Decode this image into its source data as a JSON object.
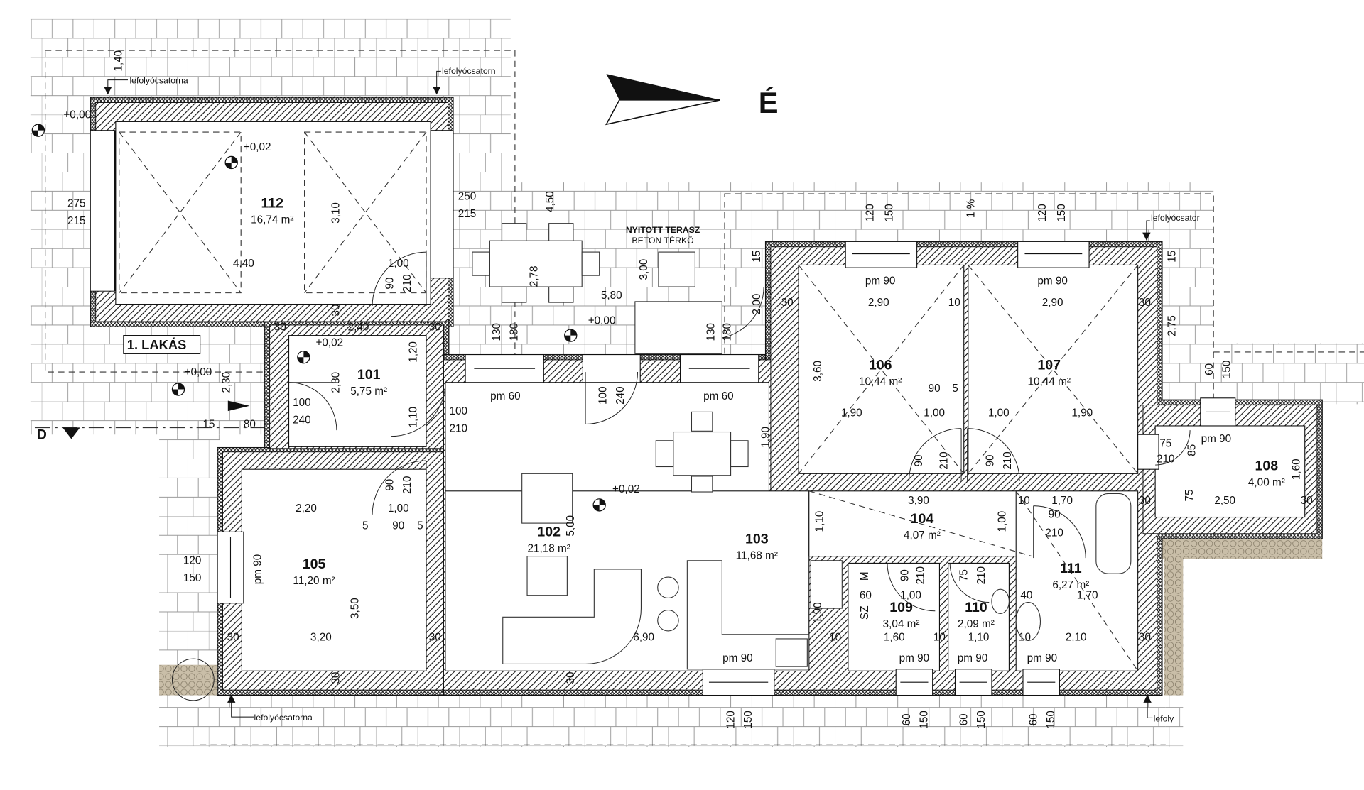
{
  "title": "1. LAKÁS",
  "north_label": "É",
  "terrace": {
    "title": "NYITOTT TERASZ",
    "material": "BETON TÉRKŐ"
  },
  "section_marker": "D",
  "rooms": [
    {
      "number": "112",
      "area": "16,74 m²"
    },
    {
      "number": "101",
      "area": "5,75 m²"
    },
    {
      "number": "105",
      "area": "11,20 m²"
    },
    {
      "number": "102",
      "area": "21,18 m²"
    },
    {
      "number": "103",
      "area": "11,68 m²"
    },
    {
      "number": "106",
      "area": "10,44 m²"
    },
    {
      "number": "107",
      "area": "10,44 m²"
    },
    {
      "number": "104",
      "area": "4,07 m²"
    },
    {
      "number": "108",
      "area": "4,00 m²"
    },
    {
      "number": "111",
      "area": "6,27 m²"
    },
    {
      "number": "109",
      "area": "3,04 m²"
    },
    {
      "number": "110",
      "area": "2,09 m²"
    }
  ],
  "elevations": [
    "+0,00",
    "+0,02",
    "+0,02",
    "+0,00",
    "+0,00",
    "+0,02"
  ],
  "drain_notes": [
    "lefolyócsatorna",
    "lefolyócsatorn",
    "lefolyócsator",
    "lefolyócsatorna",
    "lefoly"
  ],
  "window_labels": [
    "pm 90",
    "pm 90",
    "pm 90",
    "pm 90",
    "pm 90",
    "pm 90",
    "pm 90",
    "pm 90",
    "pm 60",
    "pm 60"
  ],
  "kitchen_labels": [
    "M",
    "SZ"
  ],
  "dimensions": [
    "1,40",
    "275",
    "215",
    "250",
    "215",
    "4,40",
    "1,00",
    "3,10",
    "90",
    "210",
    "30",
    "2,40",
    "30",
    "30",
    "1,20",
    "2,30",
    "2,30",
    "1,10",
    "100",
    "240",
    "100",
    "210",
    "15",
    "80",
    "4,50",
    "2,78",
    "3,00",
    "5,80",
    "130",
    "180",
    "130",
    "180",
    "2,00",
    "15",
    "100",
    "240",
    "1,90",
    "120",
    "150",
    "120",
    "150",
    "15",
    "2,75",
    "60",
    "150",
    "30",
    "2,90",
    "10",
    "2,90",
    "30",
    "3,60",
    "90",
    "5",
    "1,90",
    "1,00",
    "1,00",
    "1,90",
    "90",
    "210",
    "90",
    "210",
    "75",
    "210",
    "85",
    "1,60",
    "75",
    "3,90",
    "10",
    "1,70",
    "30",
    "2,50",
    "30",
    "90",
    "210",
    "1,10",
    "1,00",
    "2,20",
    "1,00",
    "5",
    "90",
    "5",
    "90",
    "210",
    "120",
    "150",
    "3,50",
    "5,00",
    "90",
    "210",
    "75",
    "210",
    "60",
    "1,00",
    "40",
    "1,70",
    "1,90",
    "30",
    "3,20",
    "30",
    "6,90",
    "10",
    "1,60",
    "10",
    "1,10",
    "10",
    "2,10",
    "30",
    "120",
    "150",
    "60",
    "150",
    "60",
    "150",
    "60",
    "150",
    "30",
    "30",
    "1 %"
  ]
}
